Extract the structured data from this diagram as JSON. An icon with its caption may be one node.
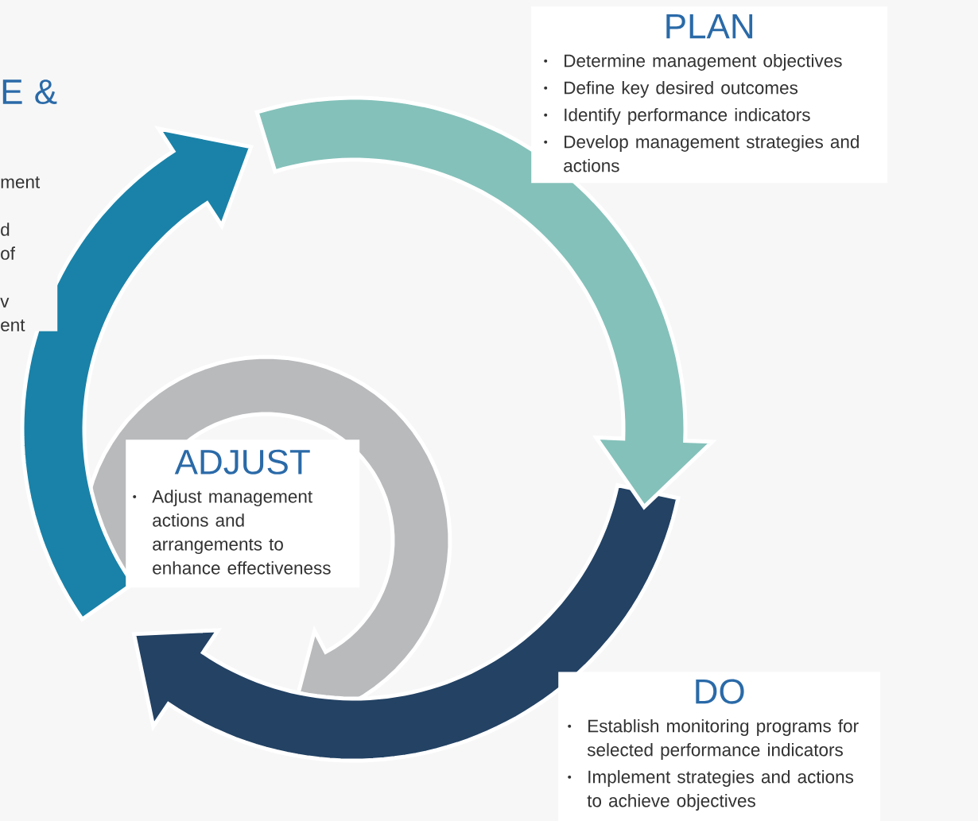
{
  "diagram": {
    "nodes": [
      {
        "text": [
          "PLAN",
          "Determine management objectives",
          "Define key desired outcomes",
          "Identify performance indicators",
          "Develop management strategies and actions"
        ]
      },
      {
        "text": [
          "DO",
          "Establish monitoring programs for selected performance indicators",
          "Implement strategies and actions to achieve objectives"
        ]
      },
      {
        "text": [
          "ADJUST",
          "Adjust management actions and arrangements to enhance effectiveness"
        ]
      },
      {
        "text": [
          "E &",
          "ment",
          "d",
          "of",
          "v",
          "ent"
        ]
      }
    ]
  }
}
